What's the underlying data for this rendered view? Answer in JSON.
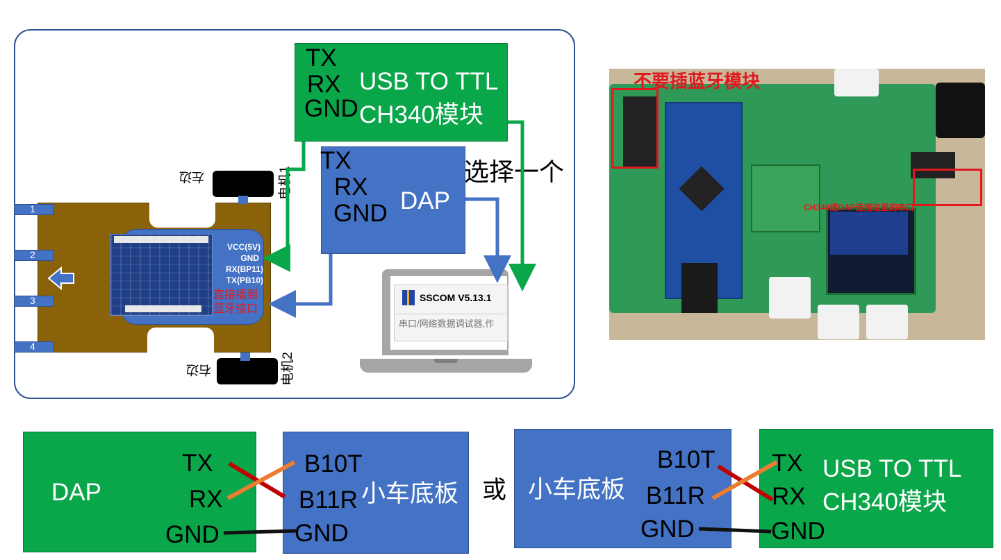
{
  "usb_module": {
    "pins": [
      "TX",
      "RX",
      "GND"
    ],
    "title_line1": "USB TO TTL",
    "title_line2": "CH340模块",
    "color": "#0aa64a"
  },
  "dap_module": {
    "pins": [
      "TX",
      "RX",
      "GND"
    ],
    "title": "DAP",
    "color": "#4472c4"
  },
  "choose_one": "选择一个",
  "car": {
    "board_pins": [
      "VCC(5V)",
      "GND",
      "RX(BP11)",
      "TX(PB10)"
    ],
    "direct_plug": [
      "直接插到",
      "蓝牙接口"
    ],
    "motor1": "电机1",
    "motor2": "电机2",
    "left_label": "左边",
    "right_label": "右边",
    "wheel_numbers": [
      "1",
      "2",
      "3",
      "4"
    ],
    "chassis_color": "#8a6209"
  },
  "laptop": {
    "app_title": "SSCOM V5.13.1",
    "app_subtitle": "串口/网络数据调试器,作"
  },
  "photo": {
    "warning": "不要插蓝牙模块",
    "note": "CH340或DAP连接这里的串口",
    "warning_color": "#e0191f"
  },
  "wiring": {
    "dap_box": {
      "title": "DAP",
      "pins": [
        "TX",
        "RX",
        "GND"
      ]
    },
    "car_box_left": {
      "title": "小车底板",
      "pins": [
        "B10T",
        "B11R",
        "GND"
      ]
    },
    "or": "或",
    "car_box_right": {
      "title": "小车底板",
      "pins": [
        "B10T",
        "B11R",
        "GND"
      ]
    },
    "usb_box": {
      "title_line1": "USB TO TTL",
      "title_line2": "CH340模块",
      "pins": [
        "TX",
        "RX",
        "GND"
      ]
    },
    "cross_red": "#c00000",
    "cross_orange": "#ed7d31"
  }
}
